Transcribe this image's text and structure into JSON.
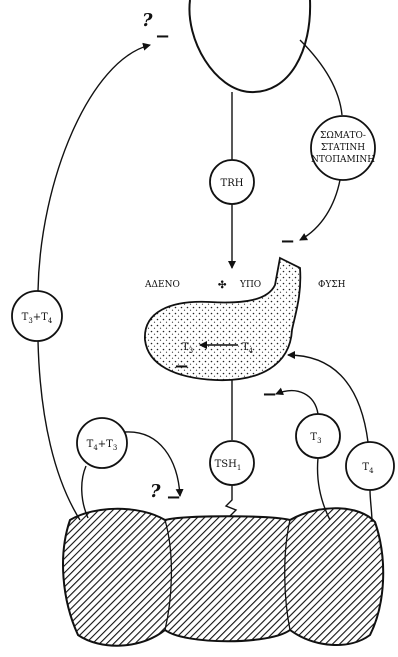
{
  "nodes": {
    "trh": "TRH",
    "somatostatin_line1": "ΣΩΜΑΤΟ-",
    "somatostatin_line2": "ΣΤΑΤΙΝΗ",
    "somatostatin_line3": "ΝΤΟΠΑΜΙΝΗ",
    "t3_t4_left_a": "T",
    "t3_t4_left_sub1": "3",
    "t3_t4_left_plus": "+T",
    "t3_t4_left_sub2": "4",
    "t4_t3_a": "T",
    "t4_t3_sub1": "4",
    "t4_t3_plus": "+T",
    "t4_t3_sub2": "3",
    "tsh_main": "TSH",
    "tsh_sub": "1",
    "t3_right_a": "T",
    "t3_right_sub": "3",
    "t4_right_a": "T",
    "t4_right_sub": "4",
    "pit_t3_a": "T",
    "pit_t3_sub": "3",
    "pit_t4_a": "T",
    "pit_t4_sub": "4"
  },
  "labels": {
    "adeno": "ΑΔΕΝΟ",
    "ypo": "ΥΠΟ",
    "fysi": "ΦΥΣΗ",
    "question_top": "?",
    "question_bottom": "?",
    "minus_top": "−",
    "minus_somato": "−",
    "minus_pit": "−",
    "minus_right": "−",
    "minus_thyroid": "−"
  }
}
